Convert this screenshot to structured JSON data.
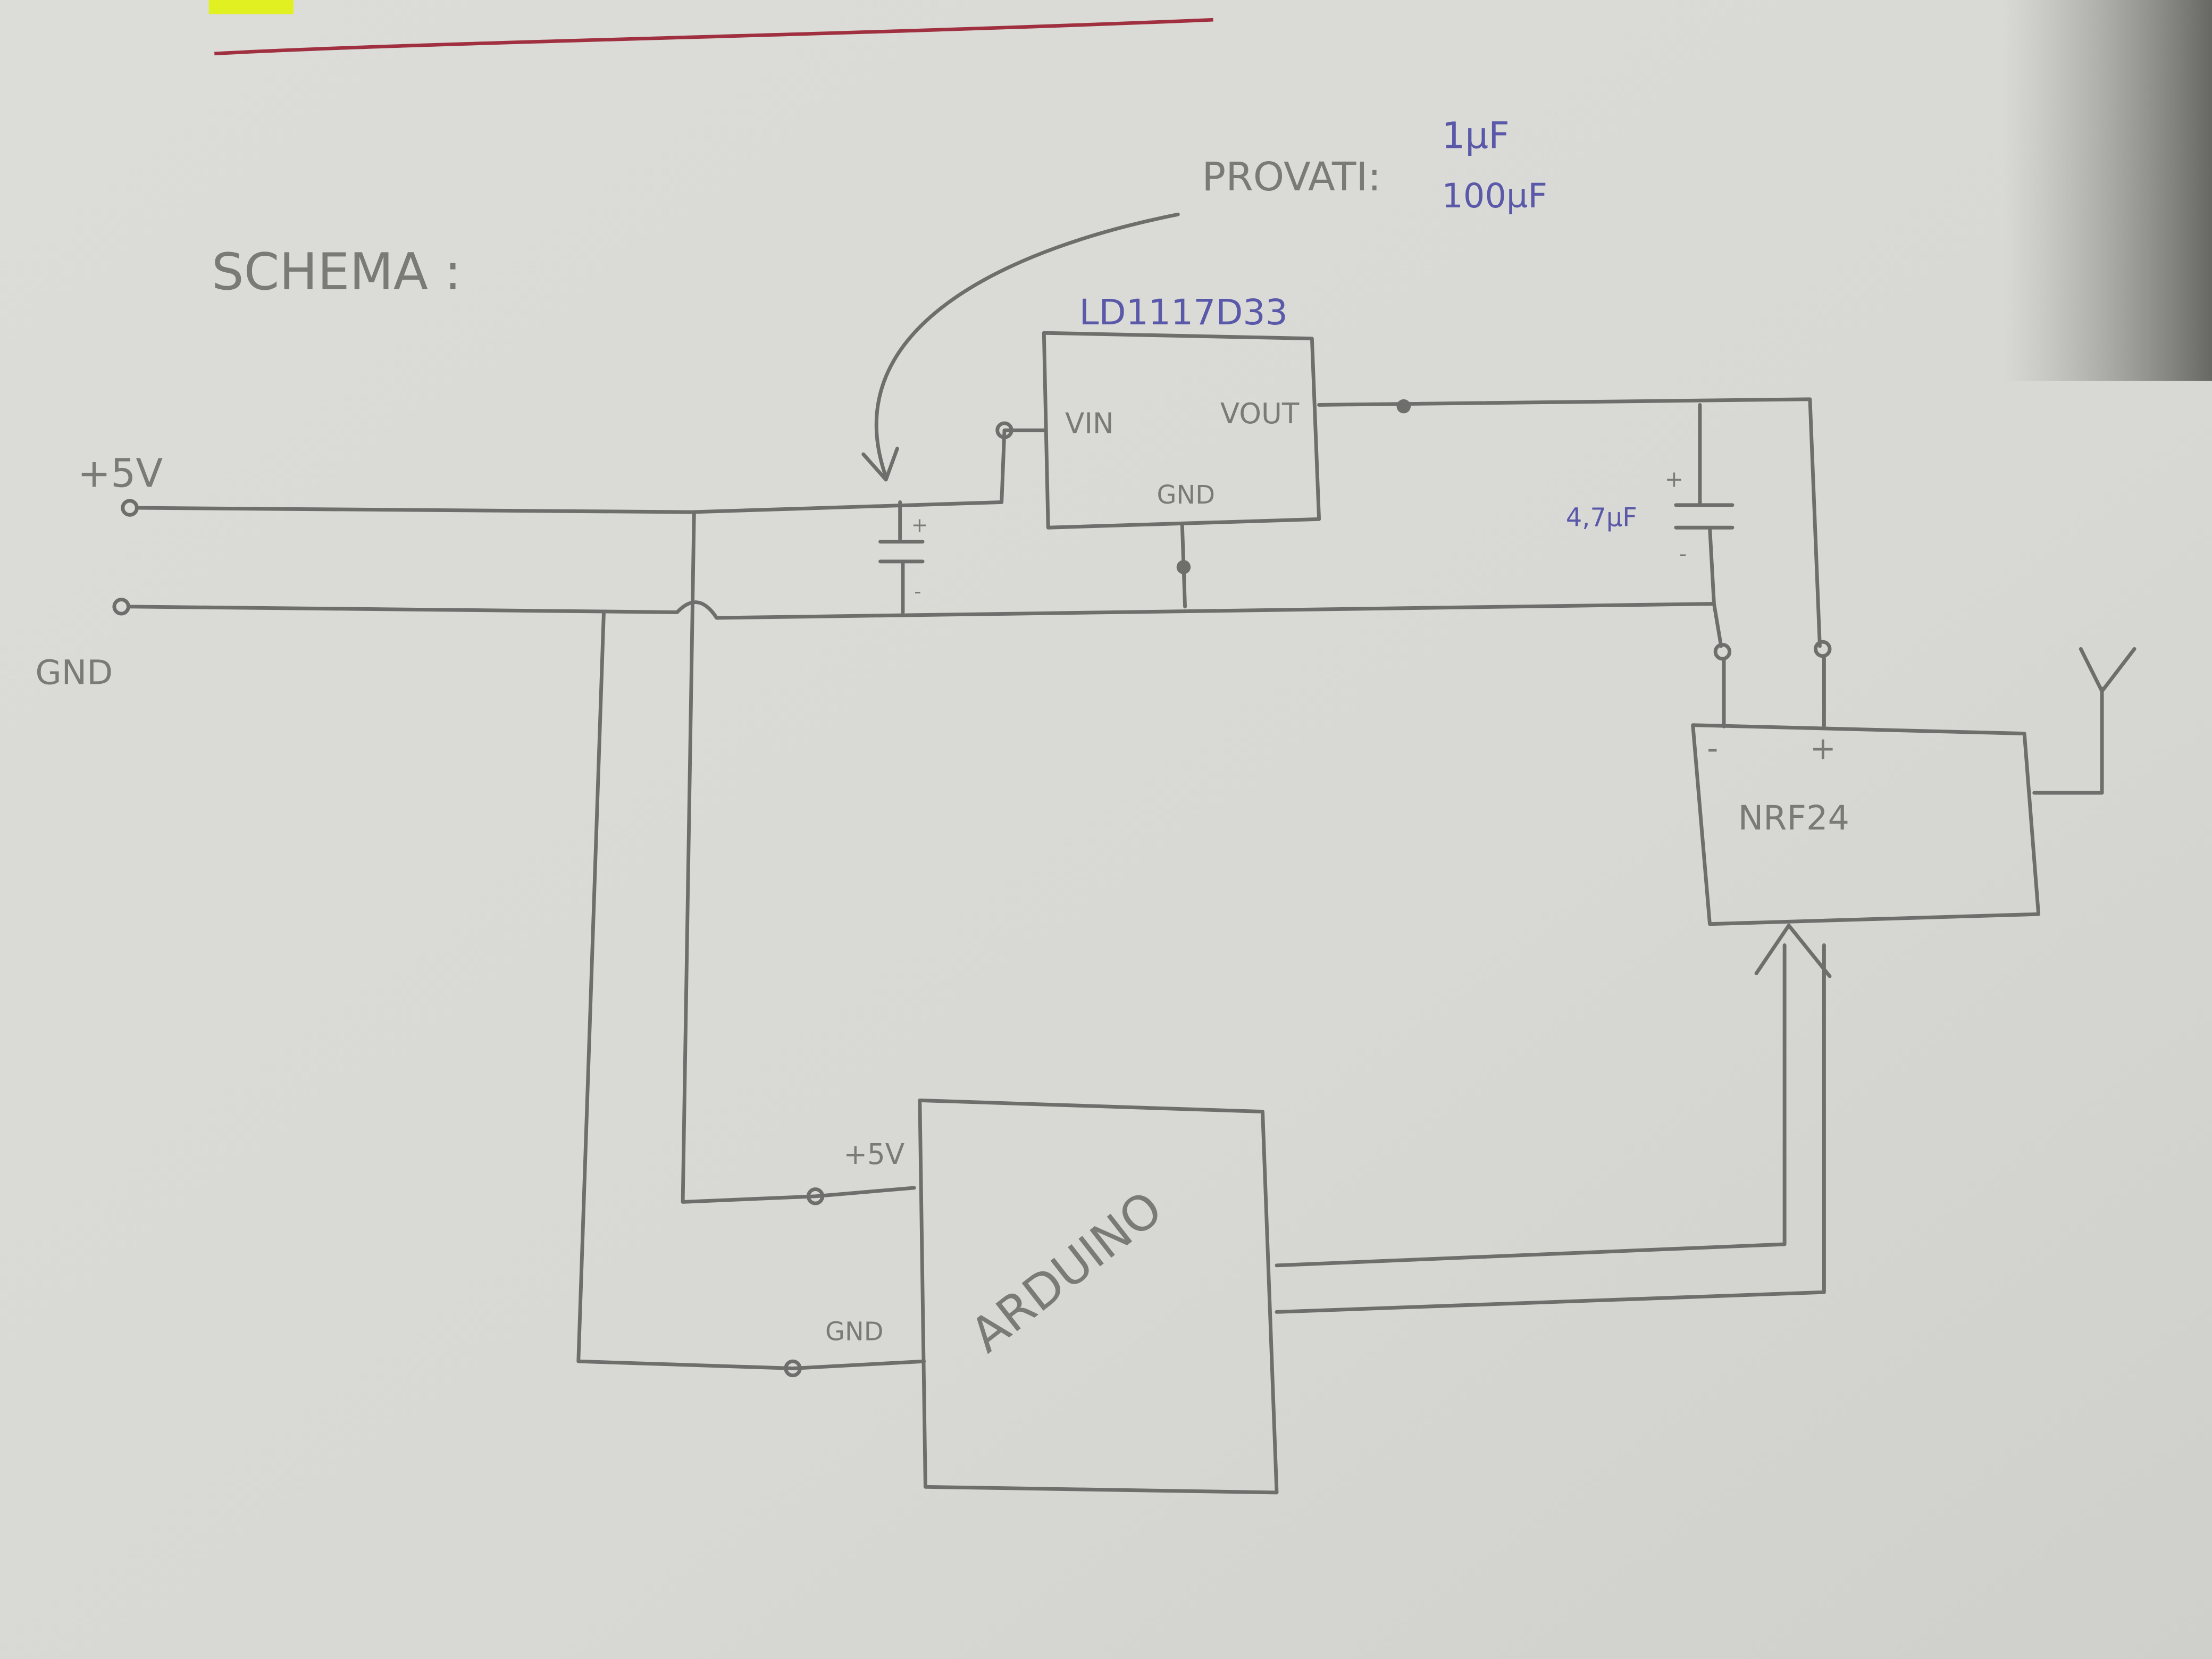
{
  "title": "SCHEMA :",
  "inputs": {
    "plus": "+5V",
    "gnd": "GND"
  },
  "note": {
    "label": "PROVATI:",
    "values": [
      "1µF",
      "100µF"
    ]
  },
  "regulator": {
    "part": "LD1117D33",
    "vin": "VIN",
    "vout": "VOUT",
    "gnd": "GND"
  },
  "input_cap": {
    "plus": "+",
    "minus": "-"
  },
  "output_cap": {
    "value": "4,7µF",
    "plus": "+",
    "minus": "-"
  },
  "radio": {
    "name": "NRF24",
    "minus": "-",
    "plus": "+"
  },
  "arduino": {
    "name": "ARDUINO",
    "plus": "+5V",
    "gnd": "GND"
  },
  "colors": {
    "paper": "#d9d9d6",
    "pencil": "#6e6e6c",
    "ink": "#5a58a8",
    "red": "#a03040",
    "highlight": "#e0f020"
  }
}
